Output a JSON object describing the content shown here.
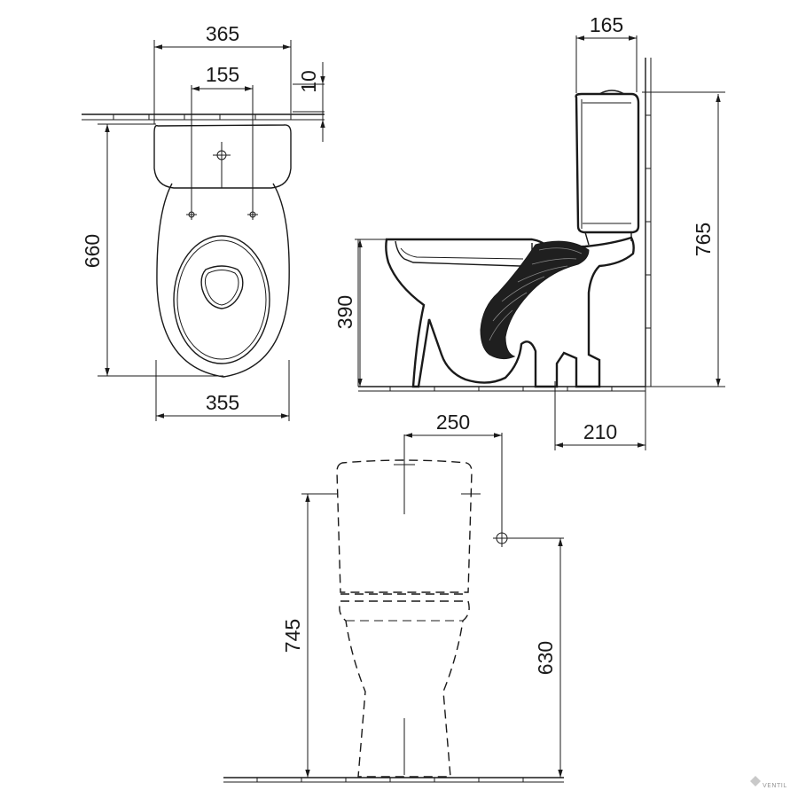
{
  "top_view": {
    "dim_width_tank": "365",
    "dim_bolt_spacing": "155",
    "dim_gap": "10",
    "dim_length": "660",
    "dim_width_bowl": "355"
  },
  "side_view": {
    "dim_tank_depth": "165",
    "dim_total_height": "765",
    "dim_bowl_height": "390",
    "dim_outlet_distance": "210"
  },
  "front_view": {
    "dim_inlet_offset": "250",
    "dim_total_height": "745",
    "dim_inlet_height": "630"
  },
  "watermark": "VENTIL"
}
